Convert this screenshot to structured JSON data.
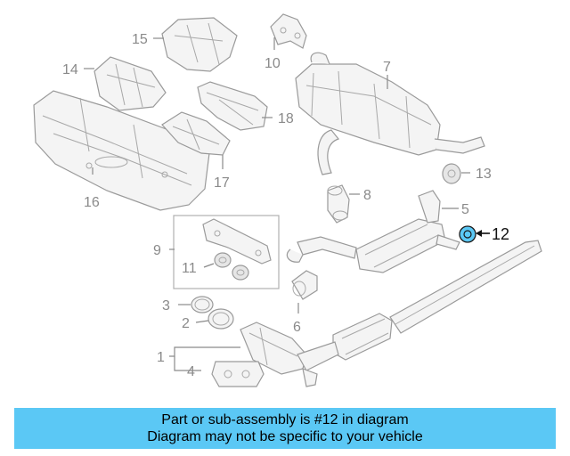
{
  "diagram": {
    "callouts": [
      "1",
      "2",
      "3",
      "4",
      "5",
      "6",
      "7",
      "8",
      "9",
      "10",
      "11",
      "12",
      "13",
      "14",
      "15",
      "16",
      "17",
      "18"
    ],
    "highlighted_callout": "12",
    "highlight_color": "#5bc8f5",
    "part_line_color": "#9a9a9a"
  },
  "banner": {
    "line1": "Part or sub-assembly is #12 in diagram",
    "line2": "Diagram may not be specific to your vehicle",
    "background": "#5bc8f5"
  }
}
